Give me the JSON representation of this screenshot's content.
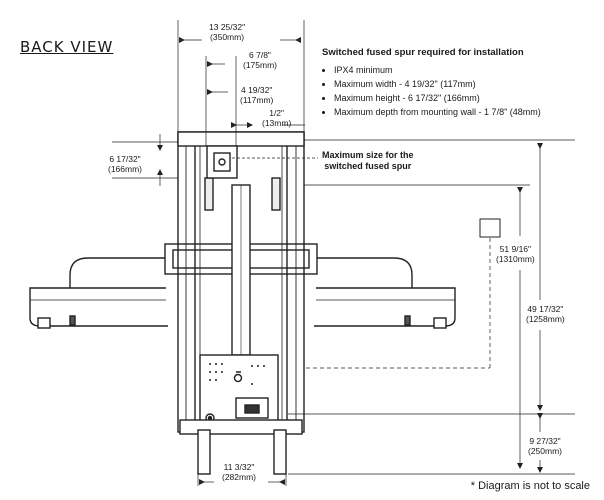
{
  "view_title": "BACK VIEW",
  "notes": {
    "heading": "Switched fused spur required for installation",
    "items": [
      "IPX4 minimum",
      "Maximum width - 4 19/32\" (117mm)",
      "Maximum height - 6 17/32\" (166mm)",
      "Maximum depth from mounting wall - 1 7/8\" (48mm)"
    ]
  },
  "callout": {
    "line1": "Maximum size for the",
    "line2": "switched fused spur"
  },
  "dimensions": {
    "overall_width": {
      "imperial": "13 25/32\"",
      "metric": "(350mm)"
    },
    "rail_width": {
      "imperial": "6 7/8\"",
      "metric": "(175mm)"
    },
    "spur_width": {
      "imperial": "4 19/32\"",
      "metric": "(117mm)"
    },
    "spur_offset": {
      "imperial": "1/2\"",
      "metric": "(13mm)"
    },
    "spur_height": {
      "imperial": "6 17/32\"",
      "metric": "(166mm)"
    },
    "spur_position_height": {
      "imperial": "51 9/16\"",
      "metric": "(1310mm)"
    },
    "frame_height": {
      "imperial": "49 17/32\"",
      "metric": "(1258mm)"
    },
    "base_height": {
      "imperial": "9 27/32\"",
      "metric": "(250mm)"
    },
    "base_width": {
      "imperial": "11 3/32\"",
      "metric": "(282mm)"
    }
  },
  "footnote": "* Diagram is not to scale"
}
